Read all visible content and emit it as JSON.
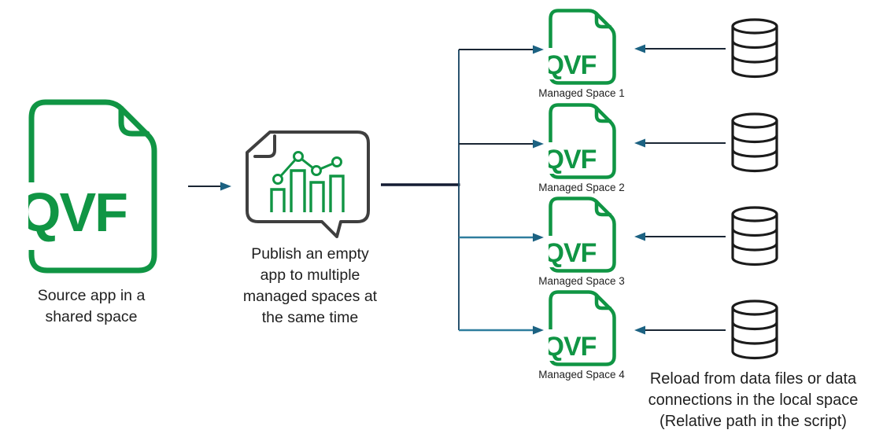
{
  "colors": {
    "green": "#109544",
    "bubble_gray": "#3f3f3f",
    "db_stroke": "#1b1b1b",
    "text": "#1f1f1f",
    "line_dark": "#1a2634",
    "line_main": "#141c33",
    "line_vertical": "#1f4a66",
    "line_teal": "#2e7d9e",
    "arrowhead": "#1c6282"
  },
  "source": {
    "file_label": "QVF",
    "caption": [
      "Source app in a",
      "shared space"
    ]
  },
  "publish": {
    "caption": [
      "Publish an empty",
      "app to multiple",
      "managed spaces at",
      "the same time"
    ]
  },
  "managed_spaces": [
    {
      "file_label": "QVF",
      "label": "Managed Space 1"
    },
    {
      "file_label": "QVF",
      "label": "Managed Space 2"
    },
    {
      "file_label": "QVF",
      "label": "Managed Space 3"
    },
    {
      "file_label": "QVF",
      "label": "Managed Space 4"
    }
  ],
  "reload": {
    "caption": [
      "Reload from data files or data",
      "connections in the local space",
      "(Relative path in the script)"
    ]
  },
  "icons": {
    "source_file": "qvf-file-icon",
    "publish": "speech-bubble-chart-icon",
    "database": "database-icon",
    "arrows": "arrow-connector"
  }
}
